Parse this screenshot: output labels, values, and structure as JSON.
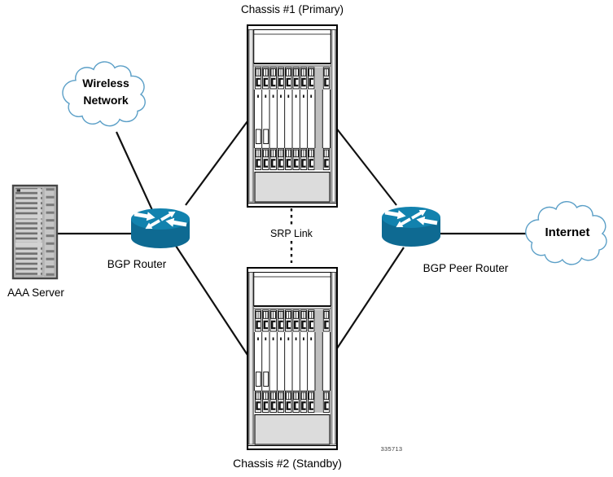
{
  "nodes": {
    "chassis_primary": {
      "label": "Chassis #1 (Primary)",
      "type": "chassis"
    },
    "chassis_standby": {
      "label": "Chassis #2 (Standby)",
      "type": "chassis"
    },
    "wireless_network": {
      "label": "Wireless Network",
      "type": "cloud"
    },
    "internet": {
      "label": "Internet",
      "type": "cloud"
    },
    "aaa_server": {
      "label": "AAA Server",
      "type": "server"
    },
    "bgp_router": {
      "label": "BGP Router",
      "type": "router"
    },
    "bgp_peer_router": {
      "label": "BGP Peer Router",
      "type": "router"
    }
  },
  "links": {
    "srp_link": {
      "label": "SRP Link",
      "style": "dashed"
    }
  },
  "connections": [
    {
      "from": "wireless_network",
      "to": "bgp_router",
      "style": "solid"
    },
    {
      "from": "aaa_server",
      "to": "bgp_router",
      "style": "solid"
    },
    {
      "from": "bgp_router",
      "to": "chassis_primary",
      "style": "solid"
    },
    {
      "from": "bgp_router",
      "to": "chassis_standby",
      "style": "solid"
    },
    {
      "from": "chassis_primary",
      "to": "bgp_peer_router",
      "style": "solid"
    },
    {
      "from": "chassis_standby",
      "to": "bgp_peer_router",
      "style": "solid"
    },
    {
      "from": "bgp_peer_router",
      "to": "internet",
      "style": "solid"
    },
    {
      "from": "chassis_primary",
      "to": "chassis_standby",
      "label": "SRP Link",
      "style": "dashed"
    }
  ],
  "figure_number": "335713",
  "colors": {
    "router_body": "#0e6a92",
    "router_top": "#1282ae",
    "cloud_outline": "#5b9fc7",
    "line": "#111111",
    "chassis_rail": "#ababab",
    "chassis_panel": "#dcdcdc",
    "server_fill": "#c2c2c2"
  }
}
